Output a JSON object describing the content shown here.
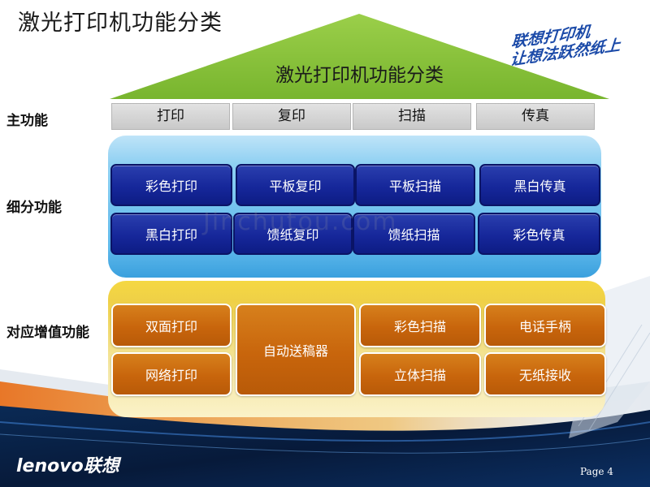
{
  "title": "激光打印机功能分类",
  "brand_slogan": [
    "联想打印机",
    "让想法跃然纸上"
  ],
  "roof_label": "激光打印机功能分类",
  "row_labels": {
    "main": "主功能",
    "sub": "细分功能",
    "addon": "对应增值功能"
  },
  "main_functions": [
    "打印",
    "复印",
    "扫描",
    "传真"
  ],
  "sub_functions": {
    "row1": [
      "彩色打印",
      "平板复印",
      "平板扫描",
      "黑白传真"
    ],
    "row2": [
      "黑白打印",
      "馈纸复印",
      "馈纸扫描",
      "彩色传真"
    ]
  },
  "addon_functions": {
    "duplex": "双面打印",
    "network": "网络打印",
    "adf": "自动送稿器",
    "color_scan": "彩色扫描",
    "stereo_scan": "立体扫描",
    "handset": "电话手柄",
    "paperless": "无纸接收"
  },
  "watermark": "Jinchutou.com",
  "footer": {
    "logo": "lenovo联想",
    "page": "Page 4"
  },
  "colors": {
    "roof_green": "#8cc63f",
    "blue_cell": "#16279a",
    "orange_cell": "#c8650c",
    "panel_blue": "#5cb7ea",
    "panel_yellow": "#f4e7a6",
    "footer_dark": "#071a3a"
  }
}
